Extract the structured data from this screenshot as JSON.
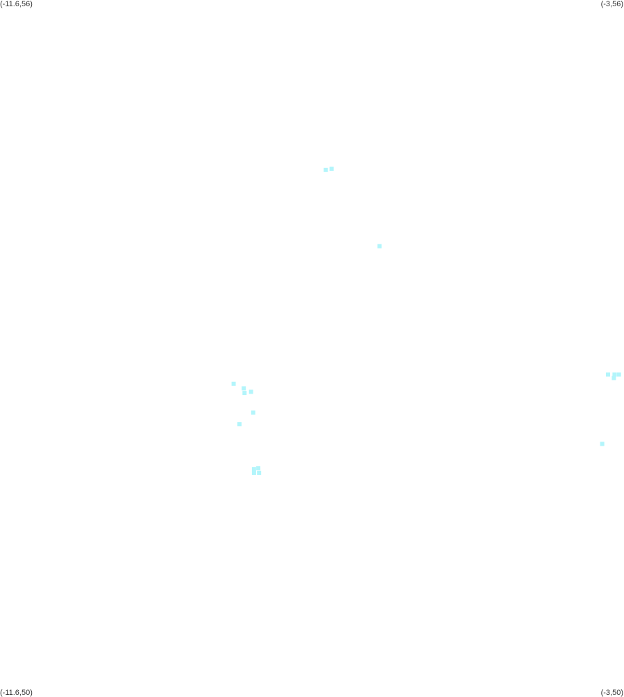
{
  "corners": {
    "top_left": "(-11.6,56)",
    "top_right": "(-3,56)",
    "bottom_left": "(-11.6,50)",
    "bottom_right": "(-3,50)"
  },
  "chart_data": {
    "type": "scatter",
    "marker": "square",
    "color": "#b3f5fb",
    "xlim": [
      -11.6,
      -3
    ],
    "ylim": [
      50,
      56
    ],
    "grid": false,
    "points": [
      {
        "x": -7.11,
        "y": 54.53
      },
      {
        "x": -7.03,
        "y": 54.54
      },
      {
        "x": -6.37,
        "y": 53.87
      },
      {
        "x": -8.38,
        "y": 52.68
      },
      {
        "x": -8.24,
        "y": 52.64
      },
      {
        "x": -8.23,
        "y": 52.6
      },
      {
        "x": -8.14,
        "y": 52.61
      },
      {
        "x": -8.11,
        "y": 52.43
      },
      {
        "x": -8.3,
        "y": 52.33
      },
      {
        "x": -8.1,
        "y": 51.94
      },
      {
        "x": -8.04,
        "y": 51.95
      },
      {
        "x": -8.1,
        "y": 51.91
      },
      {
        "x": -8.03,
        "y": 51.91
      },
      {
        "x": -3.22,
        "y": 52.76
      },
      {
        "x": -3.13,
        "y": 52.76
      },
      {
        "x": -3.07,
        "y": 52.76
      },
      {
        "x": -3.14,
        "y": 52.73
      },
      {
        "x": -3.3,
        "y": 52.16
      }
    ]
  }
}
